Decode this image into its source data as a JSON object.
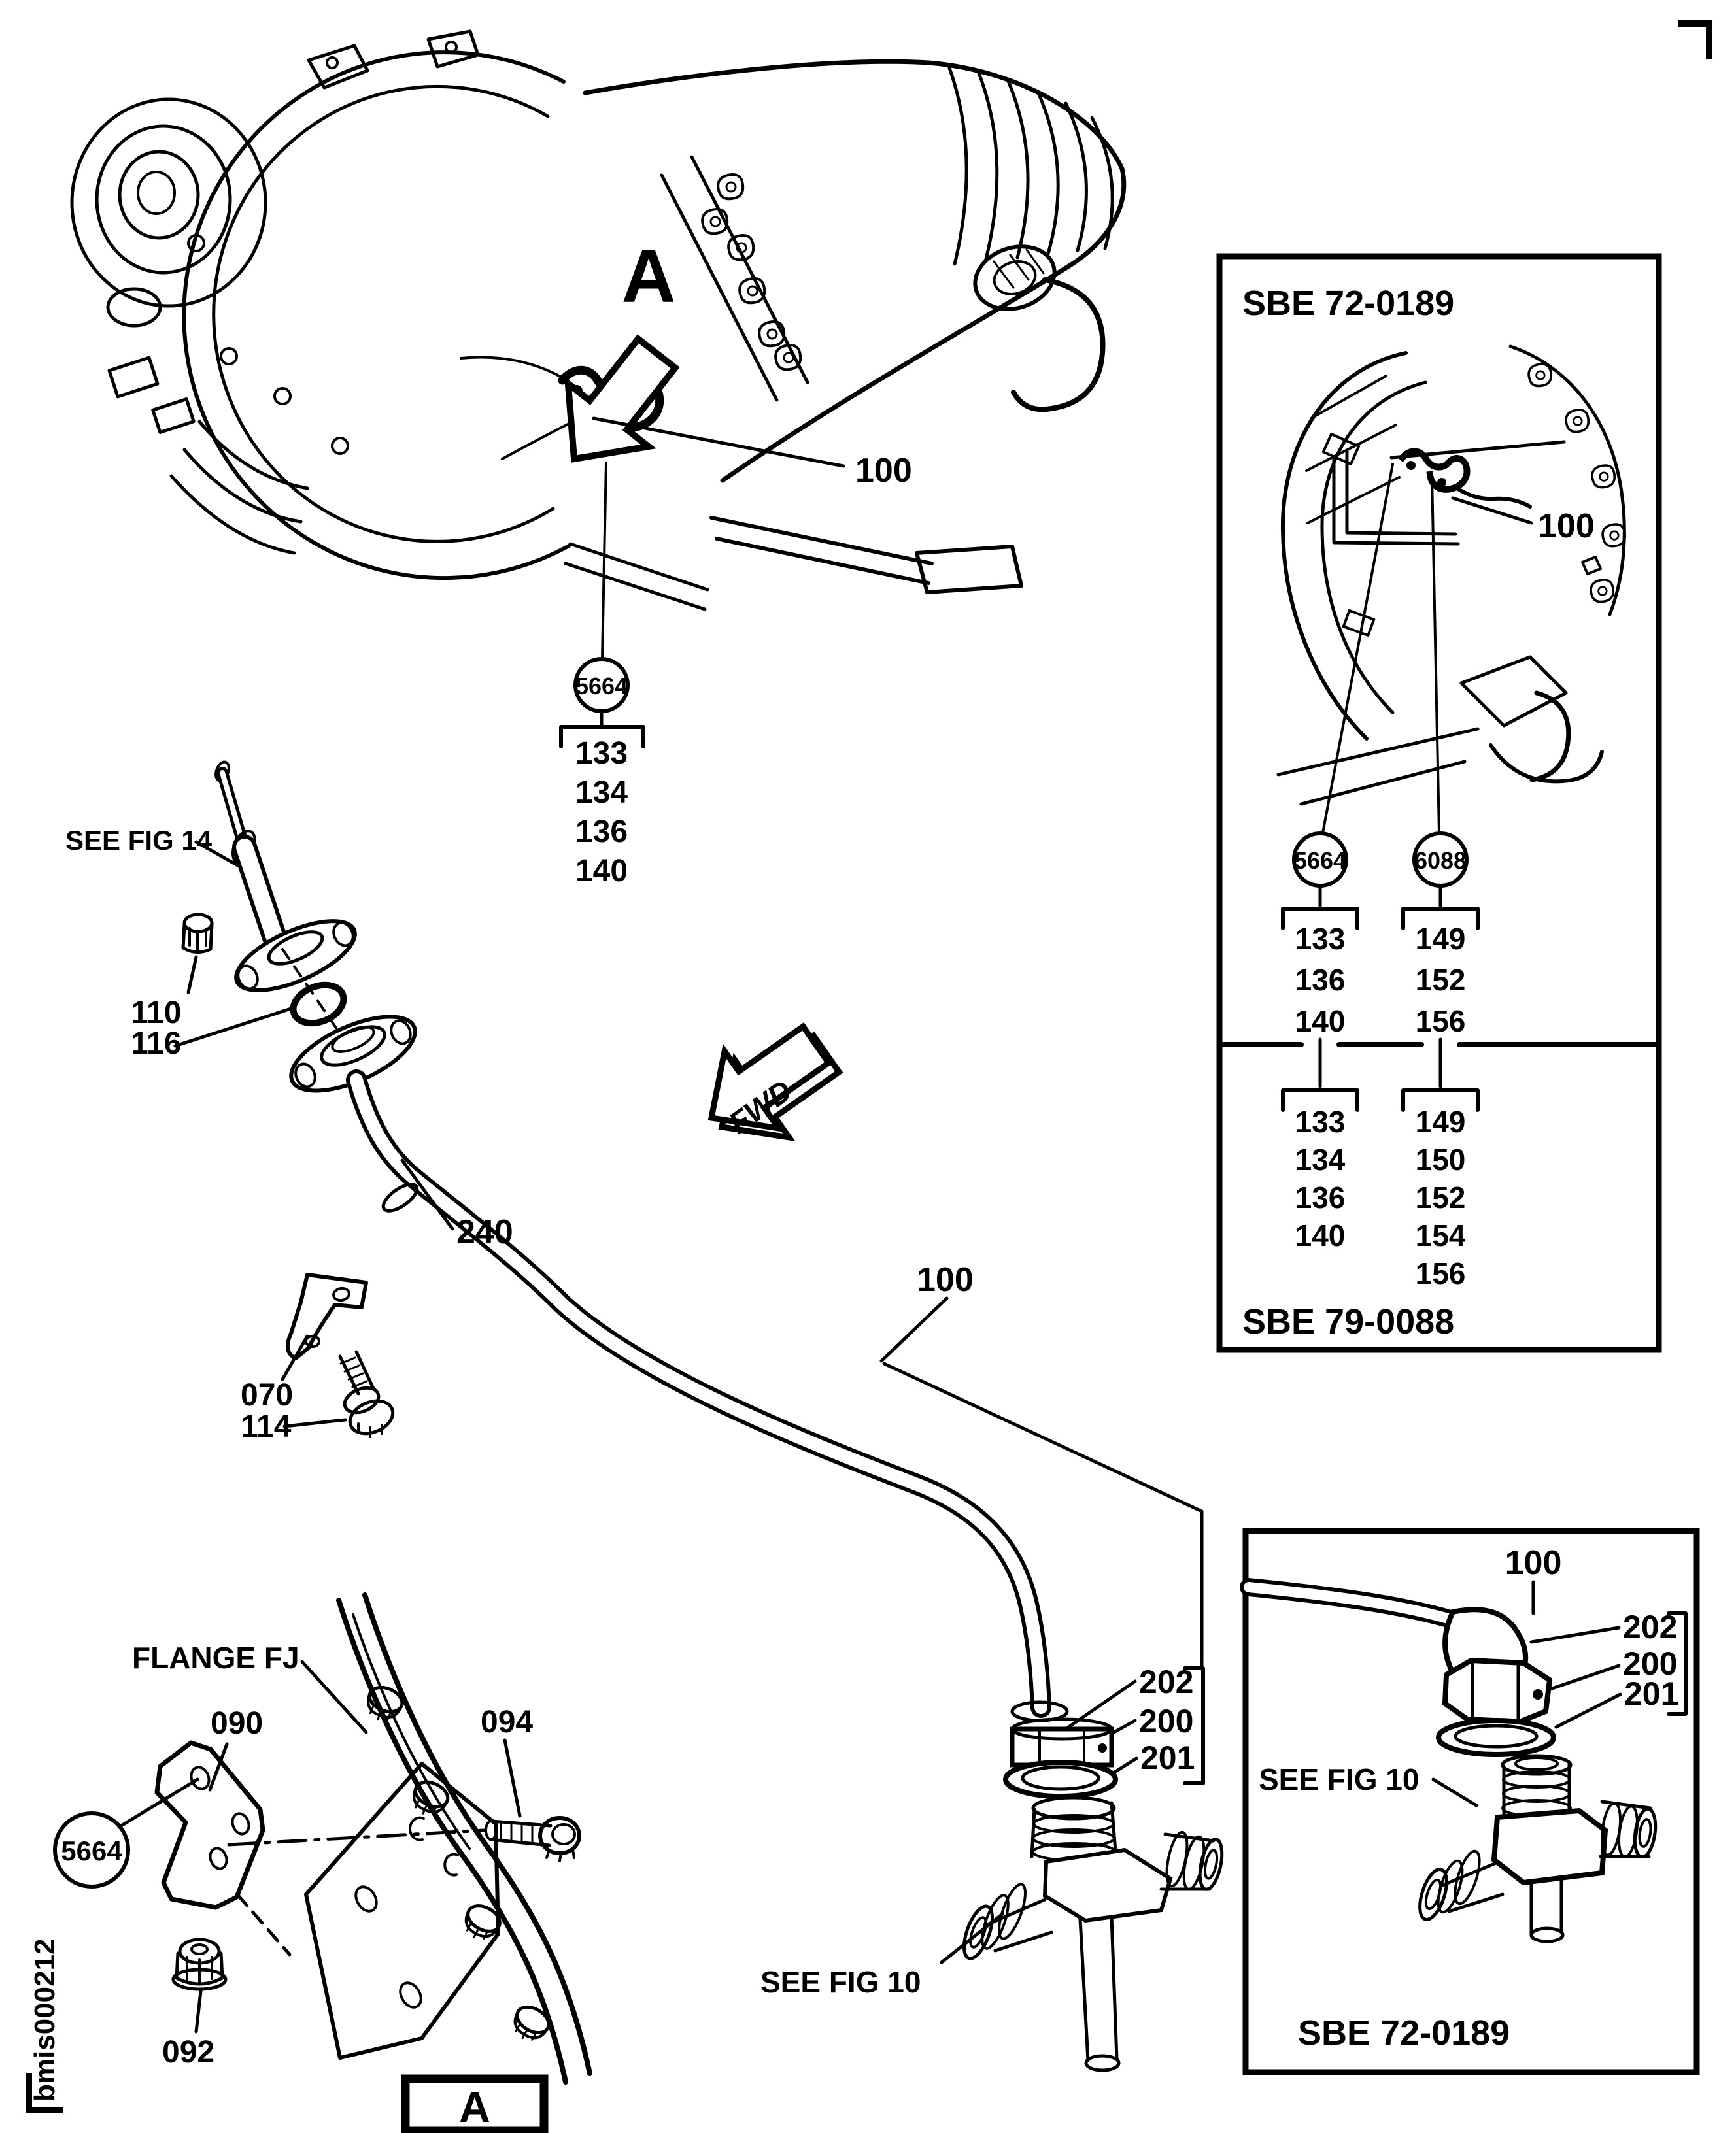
{
  "page": {
    "footer_code": "bmis000212"
  },
  "main_figure": {
    "detail_marker": "A",
    "harness_callout": "100",
    "circle_label": "5664",
    "numbers": [
      "133",
      "134",
      "136",
      "140"
    ]
  },
  "dipstick": {
    "see_fig_label": "SEE FIG 14",
    "cap_nut": "110",
    "o_ring": "116"
  },
  "filler_tube": {
    "tube": "240",
    "bracket": "070",
    "bolt": "114"
  },
  "fwd_arrow": {
    "label": "FWD"
  },
  "pipe_assembly": {
    "callout": "100",
    "sleeve": "202",
    "nut": "200",
    "washer": "201",
    "see_fig_label": "SEE FIG 10"
  },
  "flange_detail": {
    "title": "FLANGE FJ",
    "bracket": "090",
    "bolt": "094",
    "circle_label": "5664",
    "nut": "092",
    "section_marker": "A"
  },
  "ref_box": {
    "title": "SBE 72-0189",
    "footer": "SBE 79-0088",
    "callout": "100",
    "left_circle": "5664",
    "right_circle": "6088",
    "upper_left": [
      "133",
      "136",
      "140"
    ],
    "upper_right": [
      "149",
      "152",
      "156"
    ],
    "lower_left": [
      "133",
      "134",
      "136",
      "140"
    ],
    "lower_right": [
      "149",
      "150",
      "152",
      "154",
      "156"
    ]
  },
  "fitting_box": {
    "title": "SBE 72-0189",
    "callout": "100",
    "sleeve": "202",
    "nut": "200",
    "washer": "201",
    "see_fig_label": "SEE FIG 10"
  }
}
